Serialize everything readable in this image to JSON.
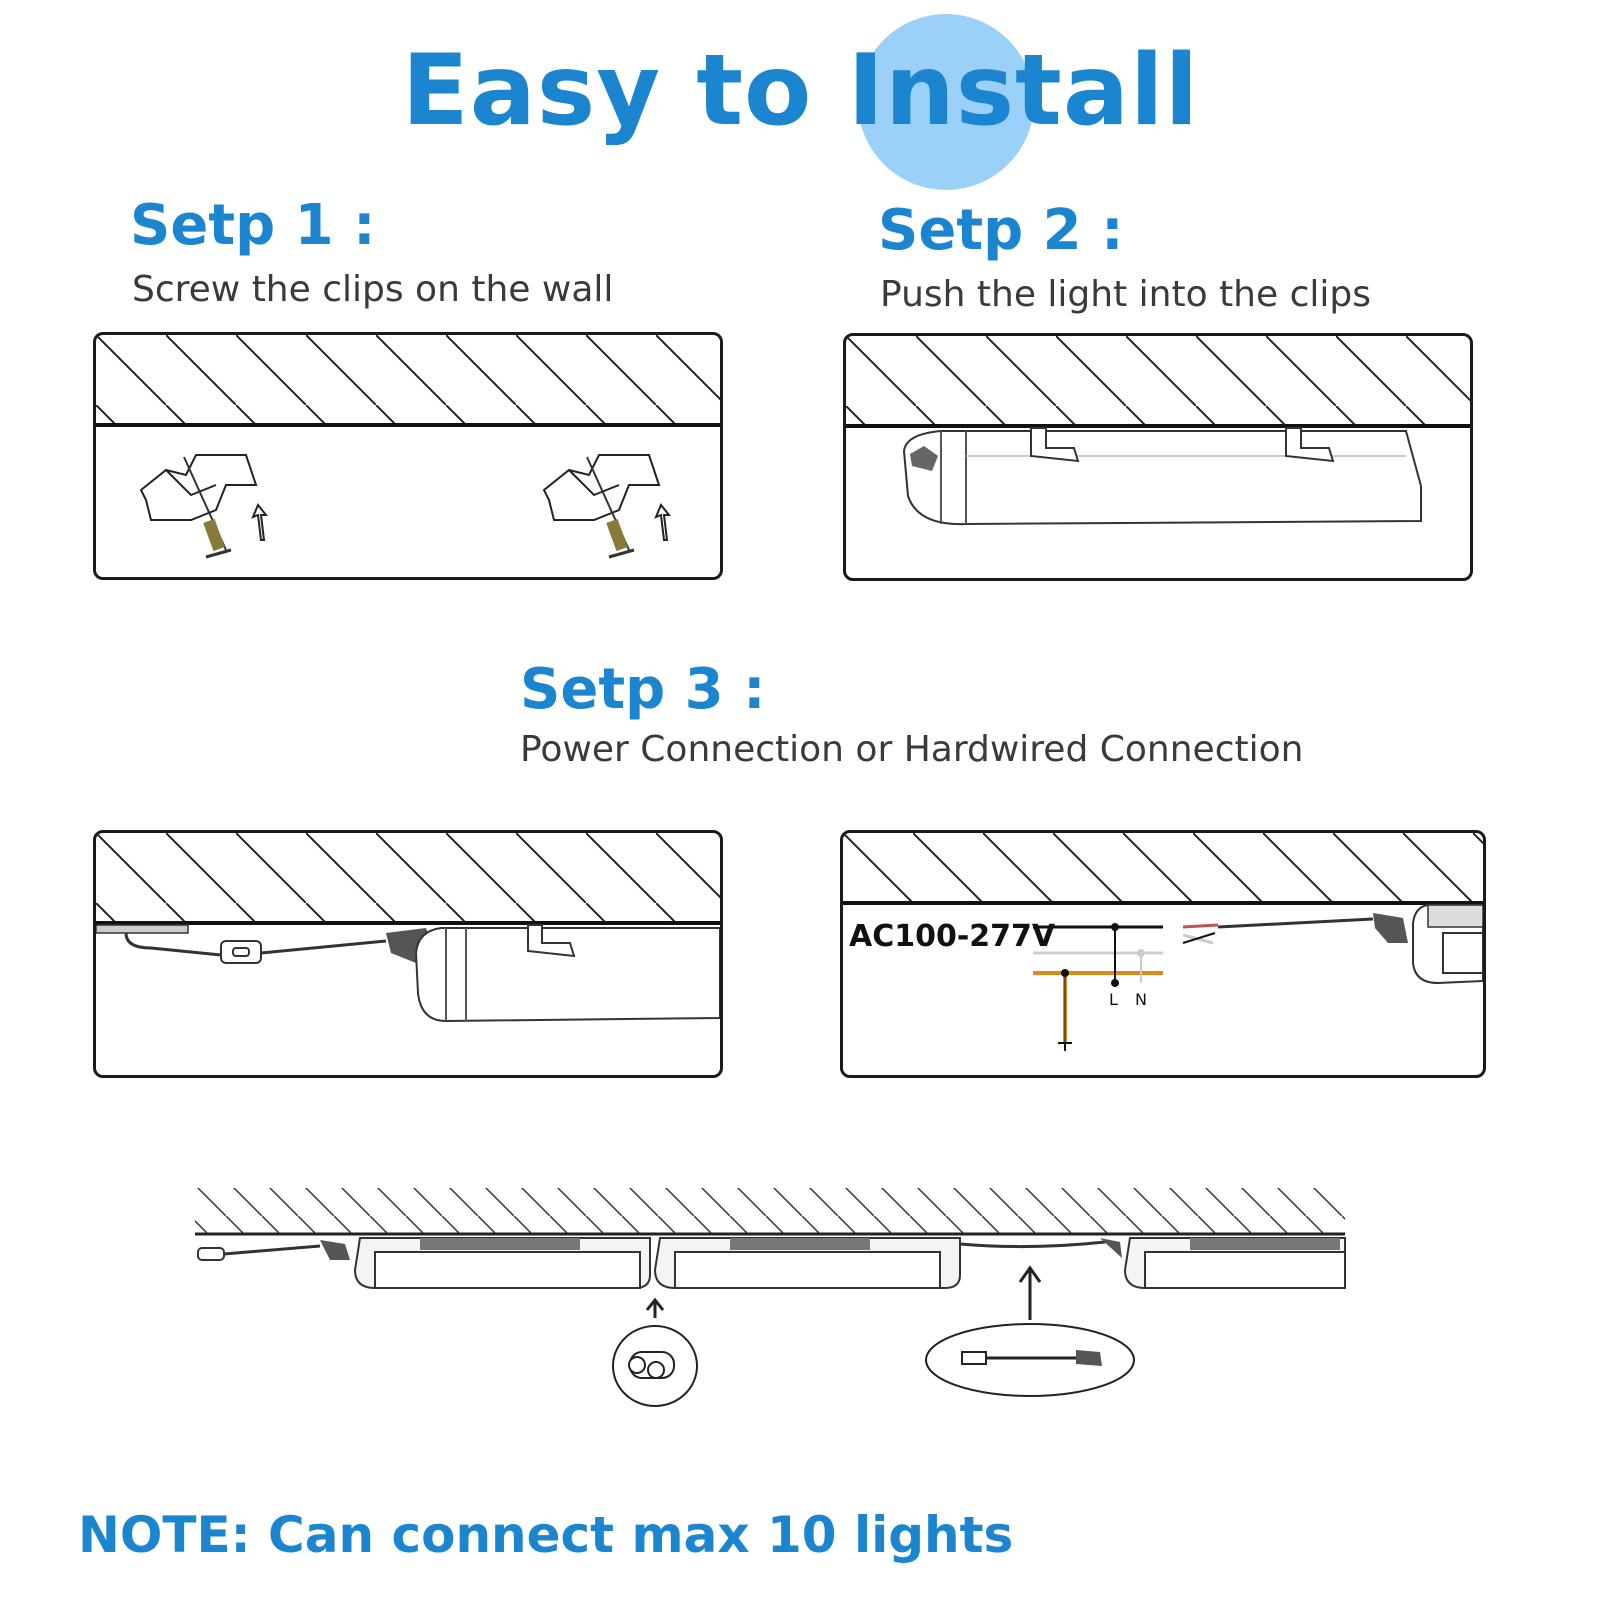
{
  "title": "Easy to Install",
  "step1": {
    "heading": "Setp 1 :",
    "desc": "Screw the clips on the wall"
  },
  "step2": {
    "heading": "Setp 2 :",
    "desc": "Push the light into the clips"
  },
  "step3": {
    "heading": "Setp 3 :",
    "desc": "Power Connection or Hardwired Connection"
  },
  "wiring": {
    "voltage": "AC100-277V",
    "line_label": "L",
    "neutral_label": "N"
  },
  "note": "NOTE: Can connect max 10 lights",
  "colors": {
    "accent": "#1b85cf",
    "highlight": "#9bd0f8",
    "ground_wire": "#e08a1e"
  }
}
